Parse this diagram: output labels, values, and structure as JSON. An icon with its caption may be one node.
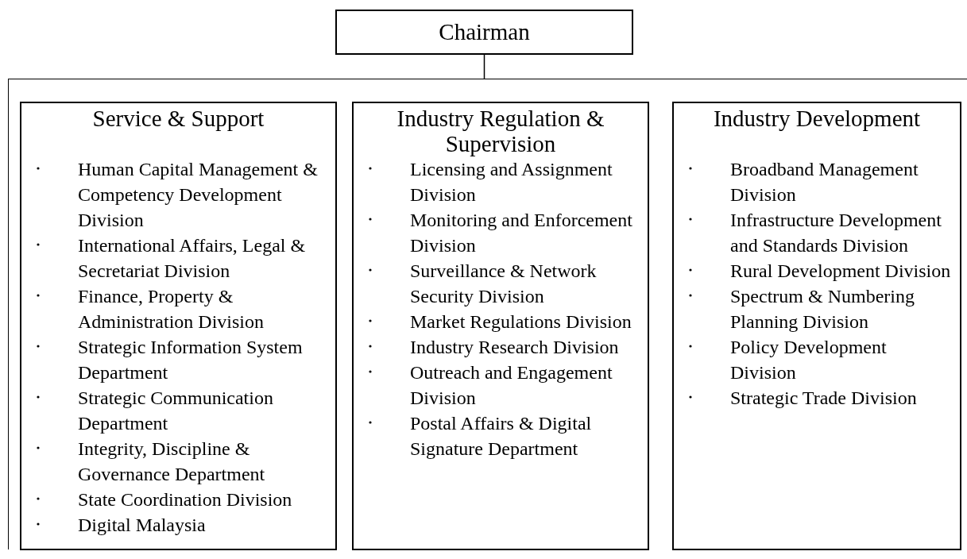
{
  "diagram": {
    "nodes": [
      {
        "text": [
          "Chairman"
        ]
      },
      {
        "text": [],
        "shape": "box"
      },
      {
        "text": [
          "Service & Support",
          "Human Capital Management & Competency Development Division",
          "International Affairs, Legal & Secretariat Division",
          "Finance, Property & Administration Division",
          "Strategic Information System Department",
          "Strategic Communication Department",
          "Integrity, Discipline & Governance Department",
          "State Coordination Division",
          "Digital Malaysia"
        ],
        "in": 1
      },
      {
        "text": [
          "Industry Regulation & Supervision",
          "Licensing and Assignment Division",
          "Monitoring and Enforcement Division",
          "Surveillance & Network Security Division",
          "Market Regulations Division",
          "Industry Research Division",
          "Outreach and Engagement Division",
          "Postal Affairs & Digital Signature Department"
        ],
        "in": 1
      },
      {
        "text": [
          "Industry Development",
          "Broadband Management Division",
          "Infrastructure Development and Standards Division",
          "Rural Development Division",
          "Spectrum & Numbering Planning Division",
          "Policy Development Division",
          "Strategic Trade Division"
        ],
        "in": 1
      }
    ],
    "edges": [
      {
        "from": 0,
        "to": 1,
        "arrow": "none"
      }
    ]
  }
}
